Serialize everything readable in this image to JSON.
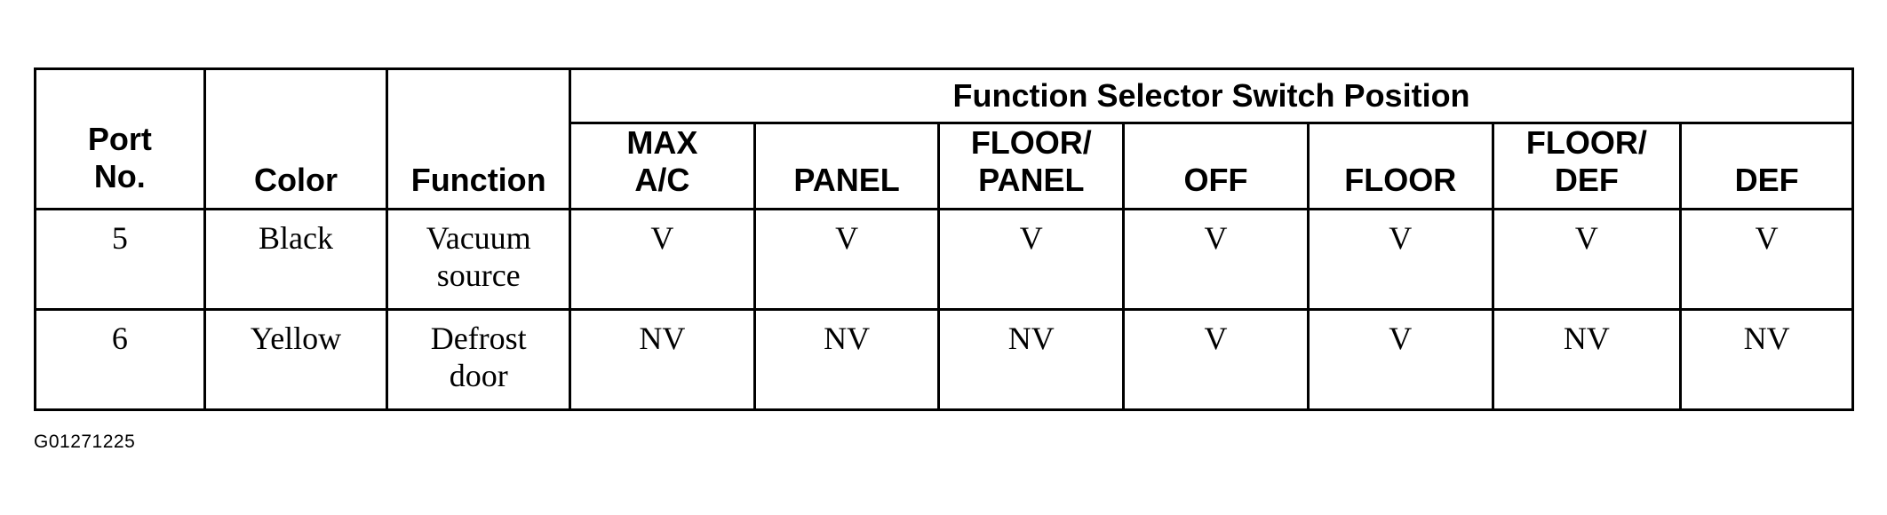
{
  "table": {
    "headers": {
      "port_no": [
        "Port",
        "No."
      ],
      "color": "Color",
      "function": "Function",
      "group": "Function Selector Switch Position",
      "positions": [
        [
          "MAX",
          "A/C"
        ],
        [
          "PANEL"
        ],
        [
          "FLOOR/",
          "PANEL"
        ],
        [
          "OFF"
        ],
        [
          "FLOOR"
        ],
        [
          "FLOOR/",
          "DEF"
        ],
        [
          "DEF"
        ]
      ]
    },
    "rows": [
      {
        "port": "5",
        "color": "Black",
        "function": [
          "Vacuum",
          "source"
        ],
        "values": [
          "V",
          "V",
          "V",
          "V",
          "V",
          "V",
          "V"
        ]
      },
      {
        "port": "6",
        "color": "Yellow",
        "function": [
          "Defrost",
          "door"
        ],
        "values": [
          "NV",
          "NV",
          "NV",
          "V",
          "V",
          "NV",
          "NV"
        ]
      }
    ]
  },
  "footer": {
    "figure_code": "G01271225"
  }
}
